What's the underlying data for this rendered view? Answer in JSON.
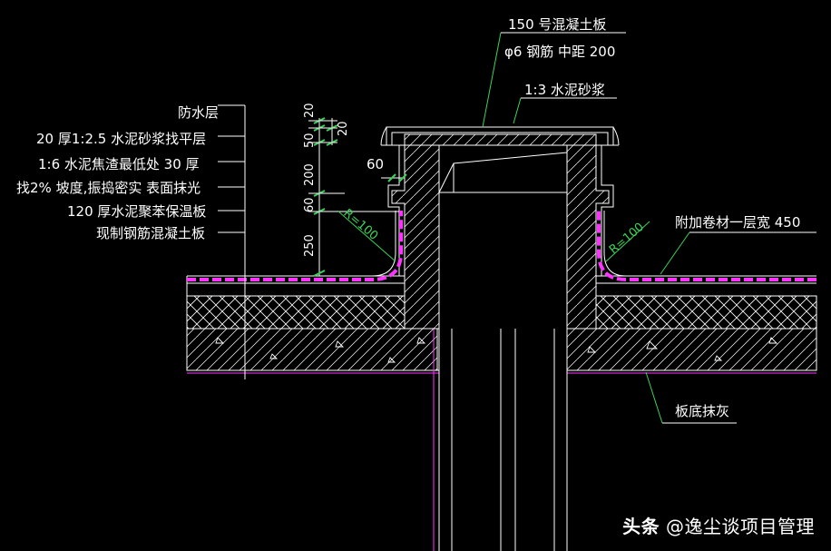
{
  "colors": {
    "background": "#000000",
    "line": "#ffffff",
    "leader": "#3ad35a",
    "membrane": "#ff33ff"
  },
  "labels_left": [
    "防水层",
    "20 厚1:2.5  水泥砂浆找平层",
    "1:6  水泥焦渣最低处    30 厚",
    "找2% 坡度,振捣密实  表面抹光",
    "120  厚水泥聚苯保温板",
    "现制钢筋混凝土板"
  ],
  "dims_left": [
    "20",
    "20",
    "50",
    "200",
    "60",
    "250"
  ],
  "dim_60": "60",
  "radius_left": "R=100",
  "radius_right": "R=100",
  "top_label_1": "150  号混凝土板",
  "top_label_2": "φ6 钢筋 中距 200",
  "top_label_3": "1:3  水泥砂浆",
  "right_label": "附加卷材一层宽      450",
  "bottom_label": "板底抹灰",
  "watermark": {
    "brand": "头条",
    "handle": "@逸尘谈项目管理"
  }
}
